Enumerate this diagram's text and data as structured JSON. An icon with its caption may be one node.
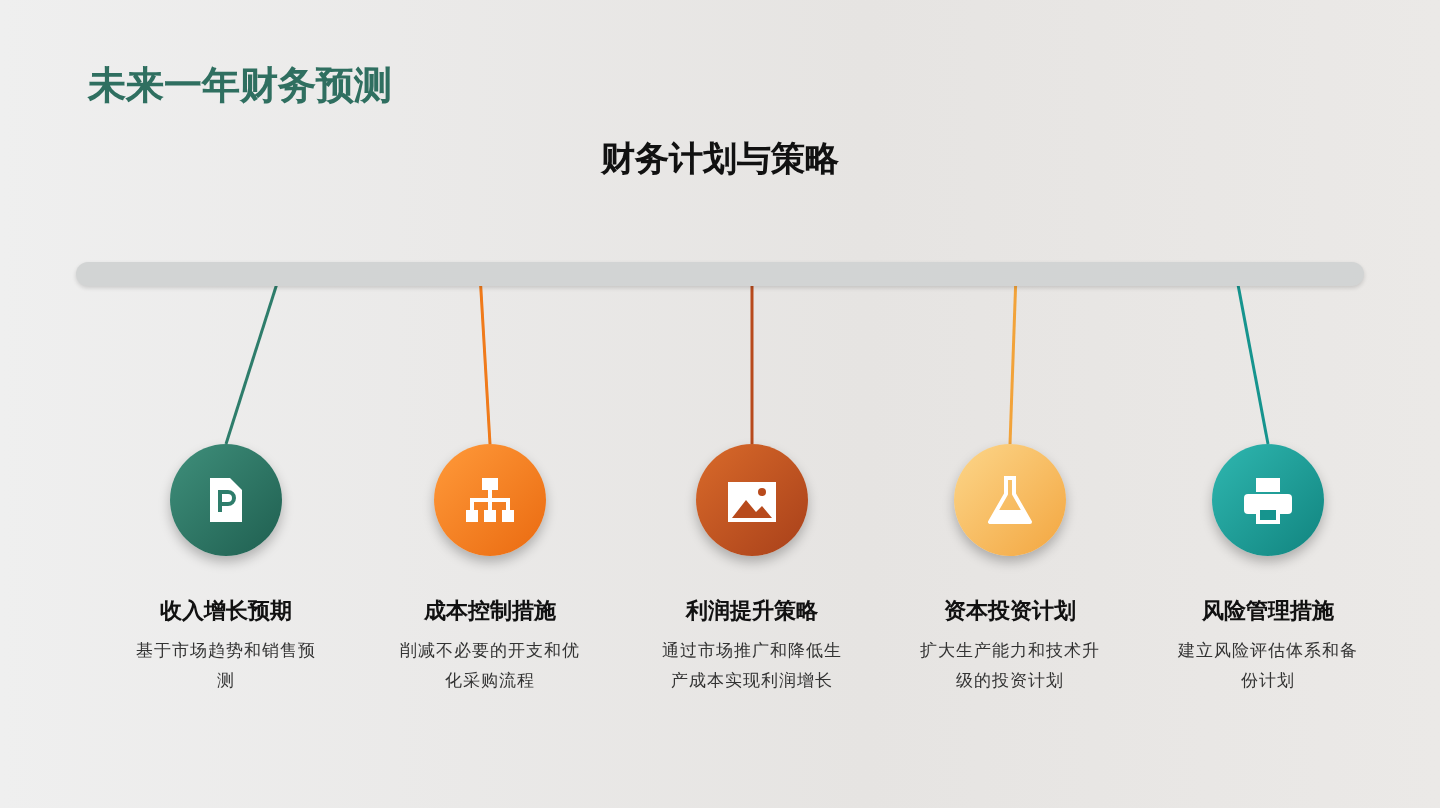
{
  "diagram": {
    "title": "未来一年财务预测",
    "nodes": [
      {
        "text": [],
        "shape": "bar"
      },
      {
        "text": [
          "收入增长预期",
          "基于市场趋势和销售预测"
        ]
      },
      {
        "text": [
          "成本控制措施",
          "削减不必要的开支和优化采购流程"
        ]
      },
      {
        "text": [
          "利润提升策略",
          "通过市场推广和降低生产成本实现利润增长"
        ]
      },
      {
        "text": [
          "资本投资计划",
          "扩大生产能力和技术升级的投资计划"
        ]
      },
      {
        "text": [
          "风险管理措施",
          "建立风险评估体系和备份计划"
        ]
      }
    ],
    "edges": [
      {
        "from": 0,
        "to": 1,
        "arrow": "none",
        "color": "#2e7d6b"
      },
      {
        "from": 0,
        "to": 2,
        "arrow": "none",
        "color": "#f07a1a"
      },
      {
        "from": 0,
        "to": 3,
        "arrow": "none",
        "color": "#b84a1c"
      },
      {
        "from": 0,
        "to": 4,
        "arrow": "none",
        "color": "#f2a33a"
      },
      {
        "from": 0,
        "to": 5,
        "arrow": "none",
        "color": "#16948e"
      }
    ],
    "labels": [
      "财务计划与策略"
    ]
  }
}
